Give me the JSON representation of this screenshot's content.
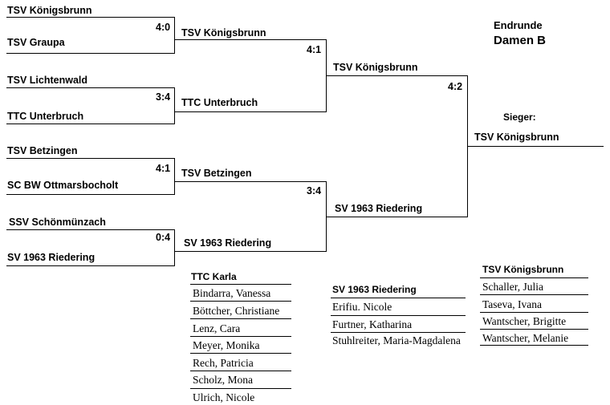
{
  "header": {
    "line1": "Endrunde",
    "line2": "Damen B"
  },
  "round1": [
    {
      "team_a": "TSV Königsbrunn",
      "team_b": "TSV Graupa",
      "score": "4:0"
    },
    {
      "team_a": "TSV Lichtenwald",
      "team_b": "TTC Unterbruch",
      "score": "3:4"
    },
    {
      "team_a": "TSV Betzingen",
      "team_b": "SC BW Ottmarsbocholt",
      "score": "4:1"
    },
    {
      "team_a": "SSV Schönmünzach",
      "team_b": "SV 1963 Riedering",
      "score": "0:4"
    }
  ],
  "round2": [
    {
      "team": "TSV Königsbrunn"
    },
    {
      "team": "TTC Unterbruch"
    },
    {
      "team": "TSV Betzingen"
    },
    {
      "team": "SV 1963 Riedering"
    }
  ],
  "round2_scores": [
    "4:1",
    "3:4"
  ],
  "round3": [
    {
      "team": "TSV Königsbrunn"
    },
    {
      "team": "SV 1963 Riedering"
    }
  ],
  "final_score": "4:2",
  "winner": {
    "label": "Sieger:",
    "team": "TSV Königsbrunn"
  },
  "rosters": [
    {
      "name": "TTC Karla",
      "players": [
        "Bindarra, Vanessa",
        "Böttcher, Christiane",
        "Lenz, Cara",
        "Meyer, Monika",
        "Rech, Patricia",
        "Scholz, Mona",
        "Ulrich, Nicole"
      ]
    },
    {
      "name": "SV 1963 Riedering",
      "players": [
        "Erifiu. Nicole",
        "Furtner, Katharina",
        "Stuhlreiter, Maria-Magdalena"
      ]
    },
    {
      "name": "TSV Königsbrunn",
      "players": [
        "Schaller, Julia",
        "Taseva, Ivana",
        "Wantscher, Brigitte",
        "Wantscher, Melanie"
      ]
    }
  ]
}
